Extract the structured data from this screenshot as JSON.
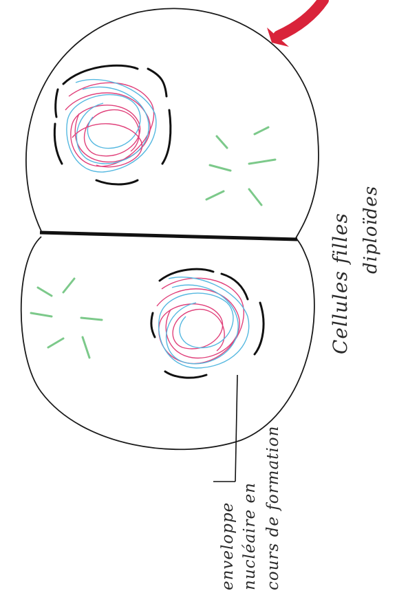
{
  "labels": {
    "daughter_cells_line1": "Cellules filles",
    "daughter_cells_line2": "diploïdes",
    "envelope_line1": "enveloppe",
    "envelope_line2": "nucléaire en",
    "envelope_line3": "cours de formation"
  },
  "colors": {
    "outline": "#1a1a1a",
    "chromatin_pink": "#e0407a",
    "chromatin_blue": "#55b8e0",
    "spindle_green": "#7cc98a",
    "arrow_red": "#d9233a"
  }
}
